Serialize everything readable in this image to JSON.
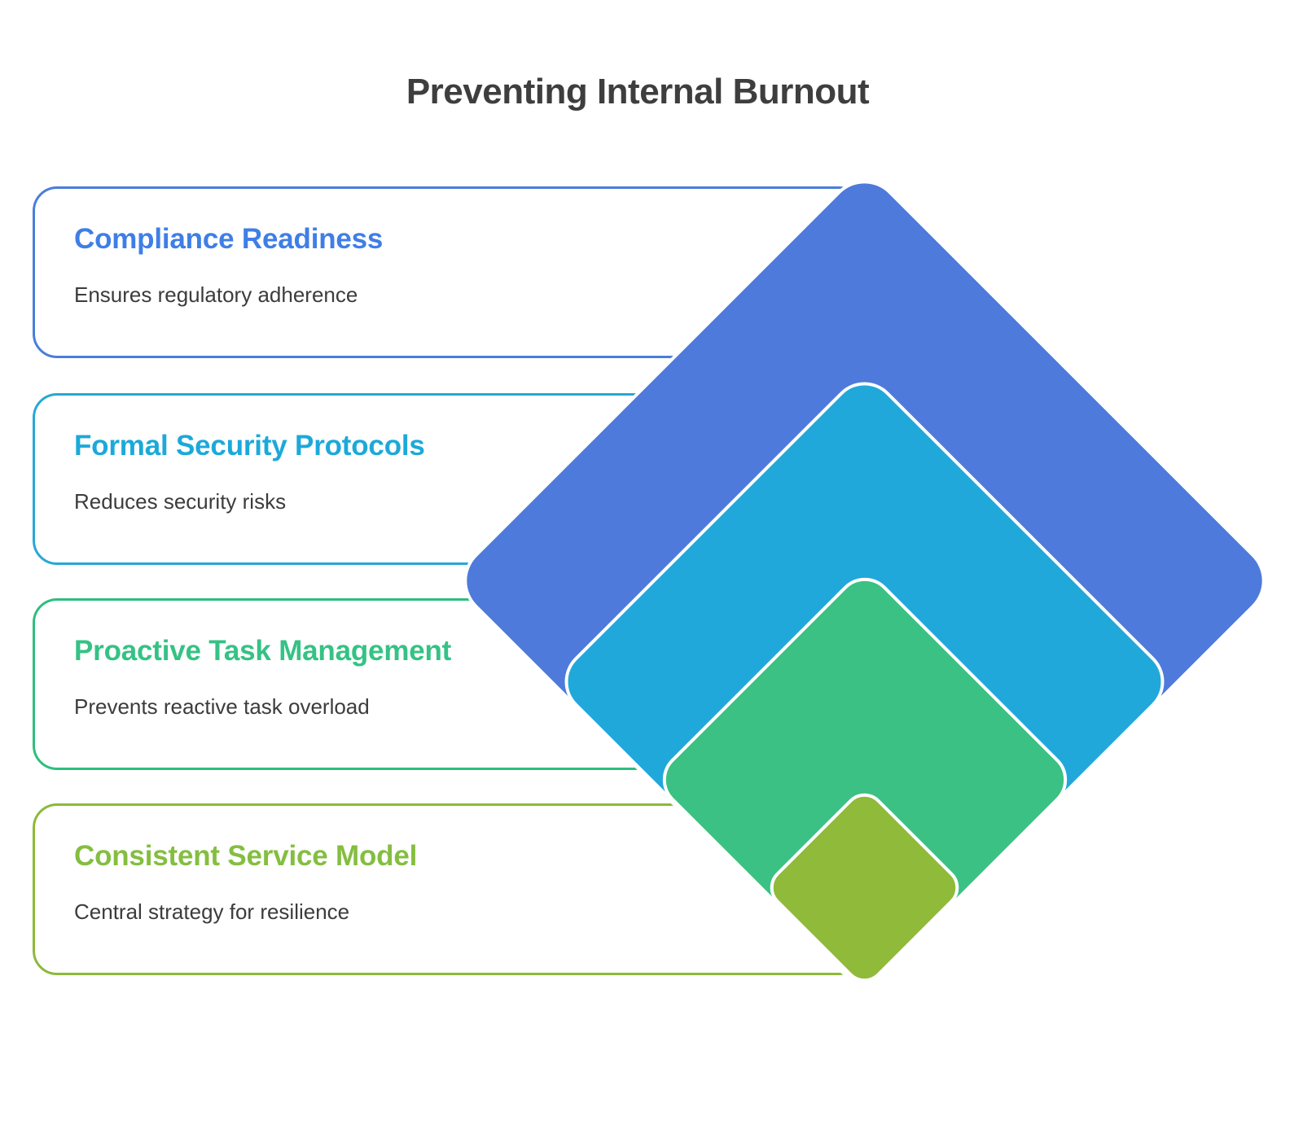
{
  "page_title": "Preventing Internal Burnout",
  "title_color": "#3e3e3e",
  "body_text_color": "#3c3c3c",
  "diamond_stroke_color": "#ffffff",
  "items": [
    {
      "title": "Compliance Readiness",
      "description": "Ensures regulatory adherence",
      "accent_color": "#3f7ee6",
      "border_color": "#4a7ed9",
      "diamond_color": "#4e7adb"
    },
    {
      "title": "Formal Security Protocols",
      "description": "Reduces security risks",
      "accent_color": "#1ca9d9",
      "border_color": "#27a8d5",
      "diamond_color": "#21a8da"
    },
    {
      "title": "Proactive Task Management",
      "description": "Prevents reactive task overload",
      "accent_color": "#35c285",
      "border_color": "#2ebe7e",
      "diamond_color": "#3ac183"
    },
    {
      "title": "Consistent Service Model",
      "description": "Central strategy for resilience",
      "accent_color": "#84be40",
      "border_color": "#8cba38",
      "diamond_color": "#90ba3a"
    }
  ]
}
